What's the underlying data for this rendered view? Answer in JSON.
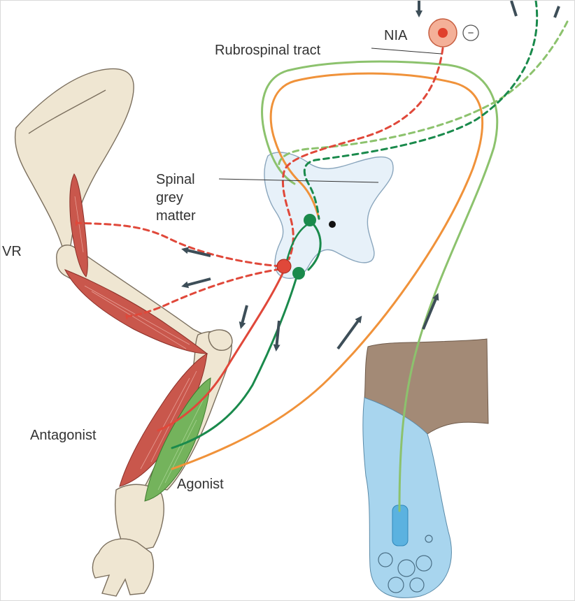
{
  "labels": {
    "nia": "NIA",
    "rubrospinal_tract": "Rubrospinal tract",
    "spinal_grey_matter": [
      "Spinal",
      "grey",
      "matter"
    ],
    "vr": "VR",
    "antagonist": "Antagonist",
    "agonist": "Agonist"
  },
  "colors": {
    "bone": "#efe6d2",
    "bone_outline": "#7b6f5e",
    "grey_matter": "#e7f1f9",
    "grey_matter_outline": "#8aa6bd",
    "antagonist_muscle": "#c9574c",
    "agonist_muscle": "#74b35c",
    "red_pathway": "#e0483a",
    "dark_green_pathway": "#1a8a4c",
    "light_green_pathway": "#8cc26d",
    "orange_pathway": "#f0923a",
    "arrow": "#3d4e58",
    "skin_brown": "#a38a76",
    "skin_blue": "#a8d5ee",
    "receptor_blue": "#5bb2e0",
    "nia_nucleus": "#f4b098",
    "nia_core": "#e0402c"
  },
  "symbols": {
    "inhibition": "−"
  }
}
